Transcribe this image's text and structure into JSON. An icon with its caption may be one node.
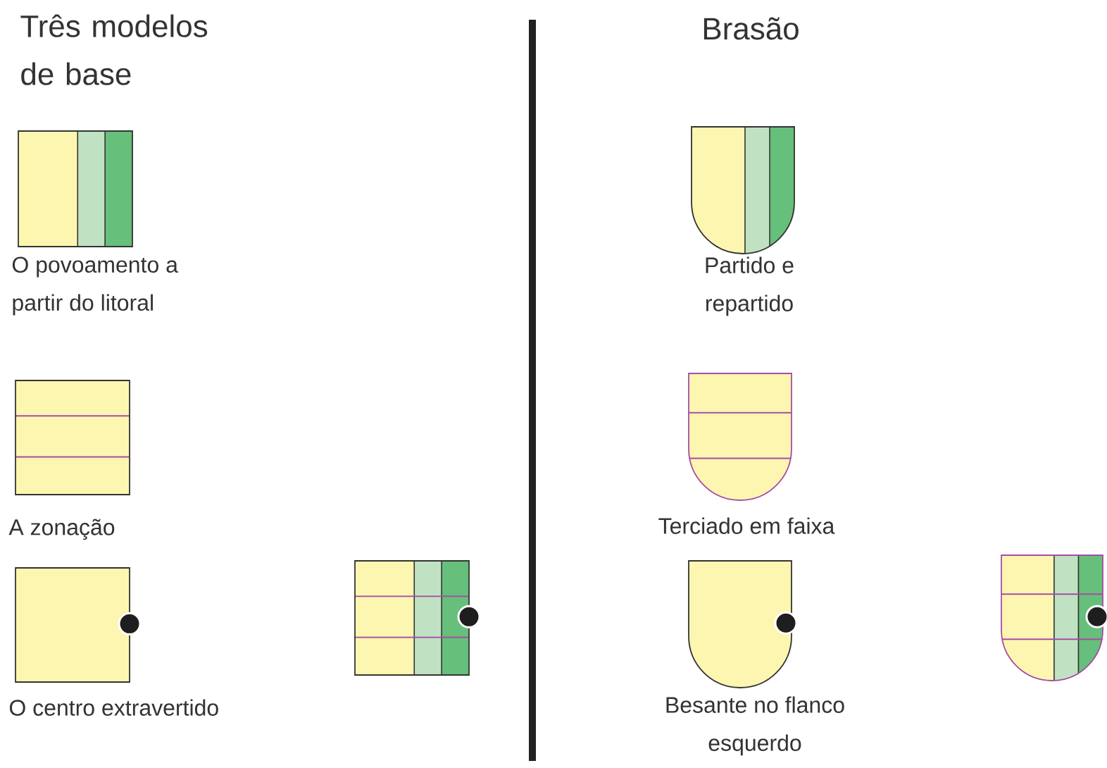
{
  "diagram": {
    "nodes": [
      {
        "text": [],
        "shape": "box",
        "beside": [
          "O povoamento a partir do litoral"
        ]
      },
      {
        "text": [],
        "shape": "box",
        "beside": [
          "A zonação"
        ]
      },
      {
        "text": [],
        "shape": "box",
        "beside": [
          "O centro extravertido"
        ]
      },
      {
        "text": [],
        "shape": "box"
      },
      {
        "text": [],
        "shape": "shield",
        "beside": [
          "Partido e repartido"
        ]
      },
      {
        "text": [],
        "shape": "shield",
        "beside": [
          "Terciado em faixa"
        ]
      },
      {
        "text": [],
        "shape": "shield",
        "beside": [
          "Besante no flanco esquerdo"
        ]
      },
      {
        "text": [],
        "shape": "shield"
      }
    ],
    "labels": [
      "Três modelos de base",
      "Brasão"
    ]
  }
}
